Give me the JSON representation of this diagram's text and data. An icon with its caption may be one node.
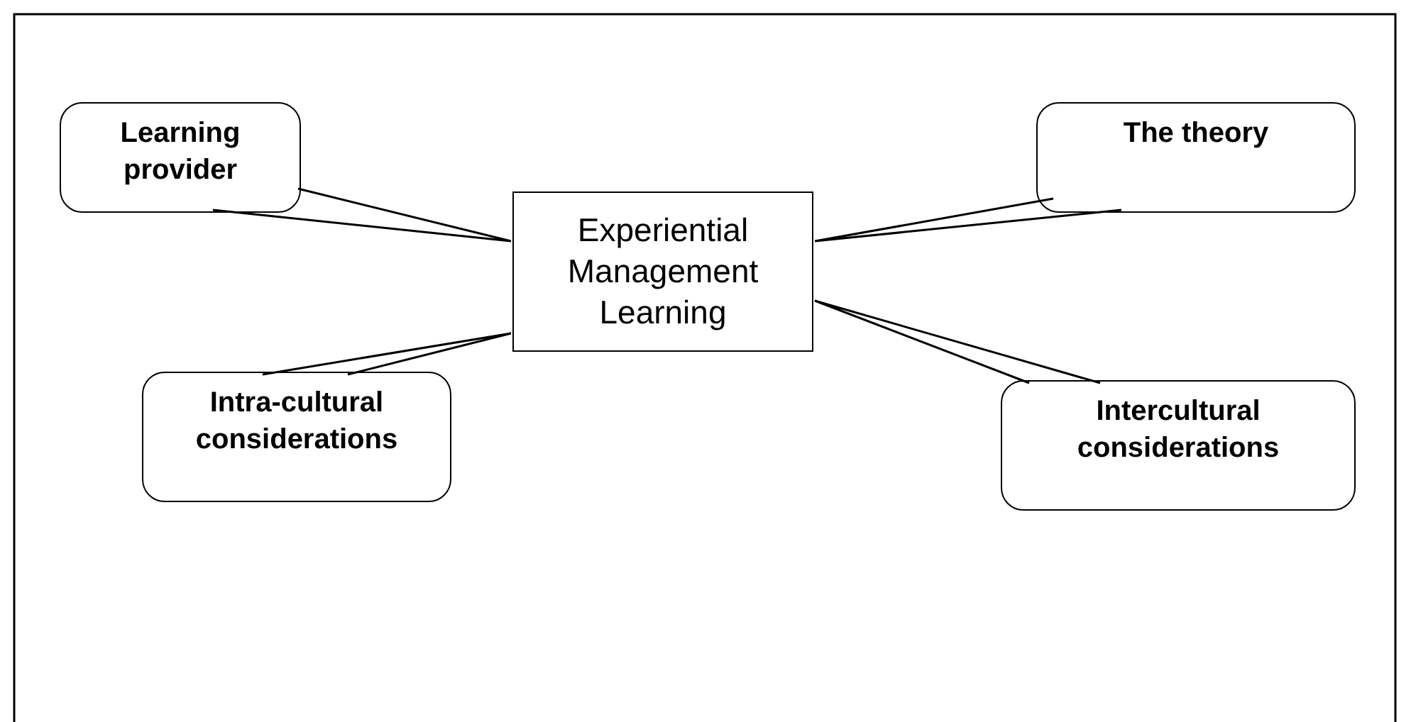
{
  "diagram": {
    "nodes": [
      {
        "text": [
          "Experiential Management Learning"
        ]
      },
      {
        "text": [
          "Learning provider"
        ]
      },
      {
        "text": [
          "The theory"
        ]
      },
      {
        "text": [
          "Intra-cultural considerations"
        ]
      },
      {
        "text": [
          "Intercultural considerations"
        ]
      }
    ],
    "edges": [
      {
        "from": 1,
        "to": 0,
        "arrow": "none"
      },
      {
        "from": 2,
        "to": 0,
        "arrow": "none"
      },
      {
        "from": 3,
        "to": 0,
        "arrow": "none"
      },
      {
        "from": 4,
        "to": 0,
        "arrow": "none"
      }
    ]
  }
}
